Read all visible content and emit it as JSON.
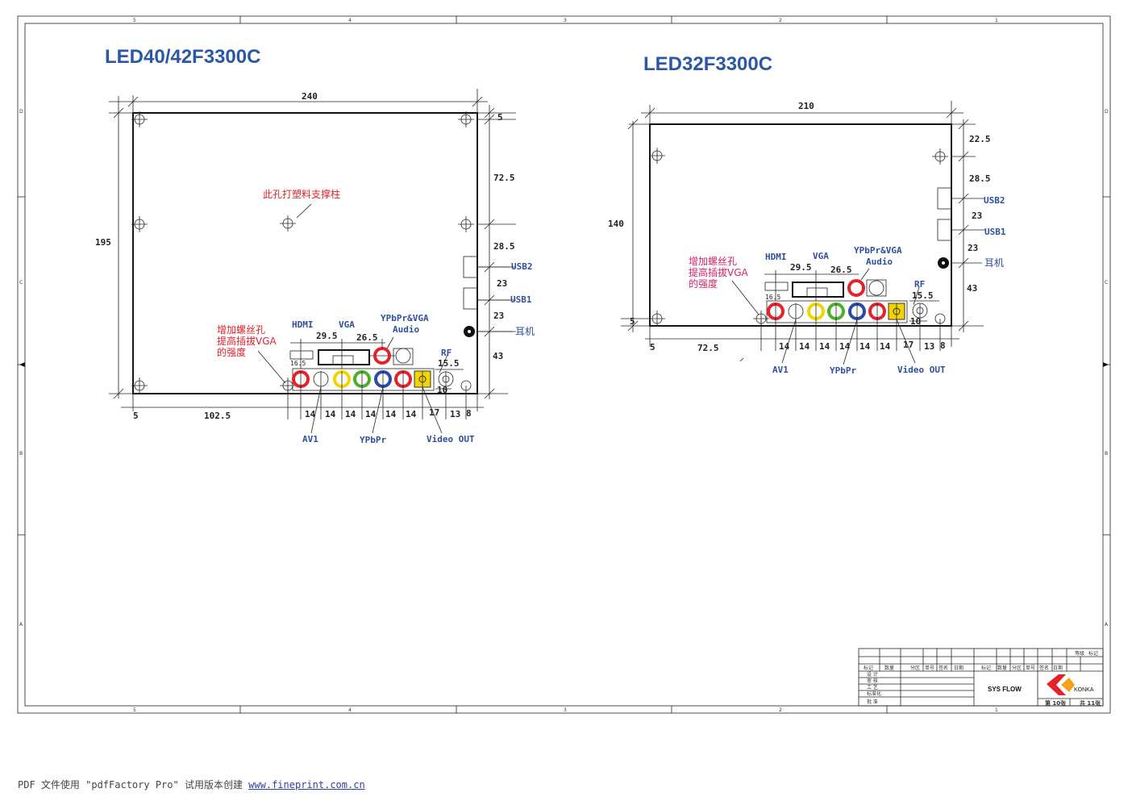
{
  "titles": {
    "left": "LED40/42F3300C",
    "right": "LED32F3300C"
  },
  "left": {
    "dim_width": "240",
    "dim_height": "195",
    "dim_top_gap": "5",
    "dim_72_5": "72.5",
    "dim_28_5": "28.5",
    "dim_23a": "23",
    "dim_23b": "23",
    "dim_43": "43",
    "dim_left5": "5",
    "dim_102_5": "102.5",
    "note_support": "此孔打塑料支撑柱",
    "note_add_hole": [
      "增加螺丝孔",
      "提高插拔VGA",
      "的强度"
    ],
    "lbl_usb2": "USB2",
    "lbl_usb1": "USB1",
    "lbl_earphone": "耳机",
    "lbl_hdmi": "HDMI",
    "lbl_vga": "VGA",
    "lbl_ypbpr_vga": "YPbPr&VGA",
    "lbl_audio": "Audio",
    "lbl_rf": "RF",
    "dim_29_5": "29.5",
    "dim_26_5": "26.5",
    "dim_16_5": "16.5",
    "dim_15_5": "15.5",
    "dim_10": "10",
    "bottom_dims": [
      "14",
      "14",
      "14",
      "14",
      "14",
      "14",
      "17",
      "13",
      "8"
    ],
    "lbl_av1": "AV1",
    "lbl_ypbpr": "YPbPr",
    "lbl_video_out": "Video OUT"
  },
  "right": {
    "dim_width": "210",
    "dim_height": "140",
    "dim_22_5": "22.5",
    "dim_28_5": "28.5",
    "dim_23a": "23",
    "dim_23b": "23",
    "dim_43": "43",
    "dim_left5": "5",
    "dim_bottom5": "5",
    "dim_72_5": "72.5",
    "note_add_hole": [
      "增加螺丝孔",
      "提高插拔VGA",
      "的强度"
    ],
    "lbl_usb2": "USB2",
    "lbl_usb1": "USB1",
    "lbl_earphone": "耳机",
    "lbl_hdmi": "HDMI",
    "lbl_vga": "VGA",
    "lbl_ypbpr_vga": "YPbPr&VGA",
    "lbl_audio": "Audio",
    "lbl_rf": "RF",
    "dim_29_5": "29.5",
    "dim_26_5": "26.5",
    "dim_16_5": "16.5",
    "dim_15_5": "15.5",
    "dim_10": "10",
    "bottom_dims": [
      "14",
      "14",
      "14",
      "14",
      "14",
      "14",
      "17",
      "13",
      "8"
    ],
    "lbl_av1": "AV1",
    "lbl_ypbpr": "YPbPr",
    "lbl_video_out": "Video OUT"
  },
  "frame": {
    "top_marks": [
      "5",
      "4",
      "3",
      "2",
      "1"
    ],
    "side_marks": [
      "D",
      "C",
      "B",
      "A"
    ]
  },
  "title_block": {
    "grade": "等级",
    "mark": "标记",
    "hdr": [
      "标记",
      "数量",
      "分区",
      "单号",
      "签名",
      "日期",
      "标记",
      "数量",
      "分区",
      "单号",
      "签名",
      "日期"
    ],
    "roles": [
      "设 计",
      "审 核",
      "工 艺",
      "标准化",
      "批 准"
    ],
    "doc_name": "SYS FLOW",
    "brand": "KONKA",
    "sheet_no": "第 10张",
    "sheet_total": "共 11张"
  },
  "footer": {
    "text": "PDF 文件使用 \"pdfFactory Pro\" 试用版本创建 ",
    "link": "www.fineprint.com.cn"
  }
}
